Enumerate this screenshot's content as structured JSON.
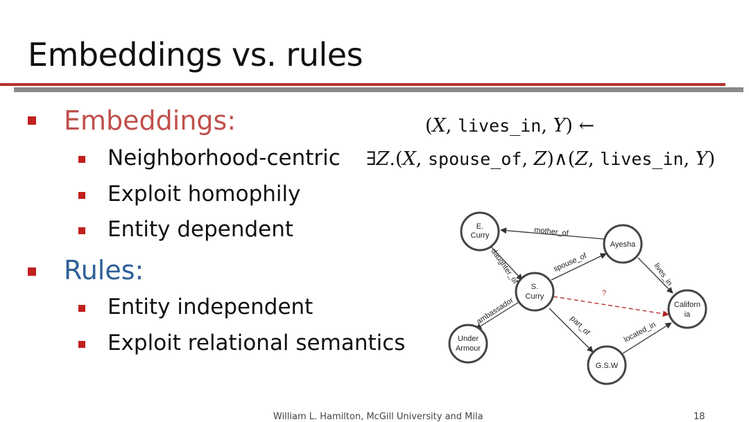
{
  "slide": {
    "title": "Embeddings vs. rules",
    "footer": "William L. Hamilton, McGill University and Mila",
    "page_number": "18"
  },
  "bullets": {
    "embeddings": {
      "label": "Embeddings:",
      "items": [
        "Neighborhood-centric",
        "Exploit homophily",
        "Entity dependent"
      ]
    },
    "rules": {
      "label": "Rules:",
      "items": [
        "Entity independent",
        "Exploit relational semantics"
      ]
    }
  },
  "formula": {
    "line1": {
      "open": "(",
      "x": "X",
      "rel": "lives_in",
      "y": "Y",
      "close": ")",
      "arrow": "←"
    },
    "line2": {
      "exists": "∃",
      "z": "Z",
      "dot": ".",
      "rel1": "spouse_of",
      "and": "∧",
      "rel2": "lives_in"
    }
  },
  "graph": {
    "nodes": {
      "ecurry": [
        "E.",
        "Curry"
      ],
      "ayesha": [
        "Ayesha"
      ],
      "scurry": [
        "S.",
        "Curry"
      ],
      "california": [
        "Californ",
        "ia"
      ],
      "underarmour": [
        "Under",
        "Armour"
      ],
      "gsw": [
        "G.S.W"
      ]
    },
    "edges": {
      "mother_of": "mother_of",
      "daughter_of": "daughter_of",
      "spouse_of": "spouse_of",
      "lives_in": "lives_in",
      "query": "?",
      "ambassador": "ambassador",
      "part_of": "part_of",
      "located_in": "located_in"
    },
    "query_color": "#b22222"
  },
  "colors": {
    "accent_red": "#b3312d",
    "rule_gray": "#8a8a8a",
    "bullet_red": "#c0201d",
    "embeddings_text": "#c0504d",
    "rules_text": "#2e5f96"
  }
}
